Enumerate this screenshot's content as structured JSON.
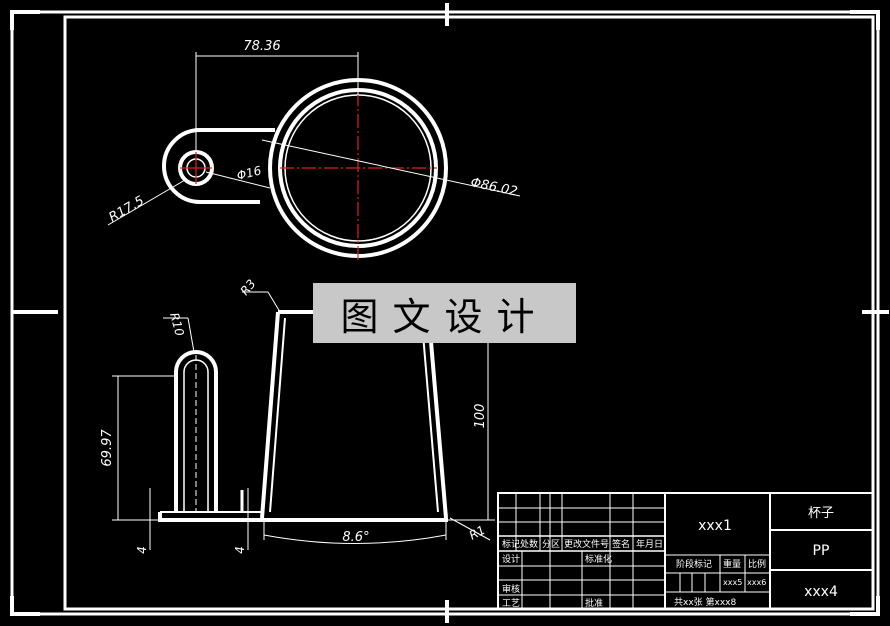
{
  "views": {
    "top": {
      "dim_center_distance": "78.36",
      "dim_outer_diameter": "Φ86.02",
      "dim_hole_diameter": "Φ16",
      "dim_lug_radius": "R17.5"
    },
    "front": {
      "dim_handle_radius": "R10",
      "dim_handle_height": "69.97",
      "dim_cup_height": "100",
      "dim_rim_radius": "R3",
      "dim_base_radius": "R1",
      "dim_taper_angle": "8.6°",
      "dim_base_thickness_left": "4",
      "dim_base_thickness_right": "4"
    }
  },
  "banner": {
    "text": "图文设计"
  },
  "title_block": {
    "part_name": "杯子",
    "material": "PP",
    "drawing_no": "xxx1",
    "company": "xxx4",
    "weight": "xxx5",
    "scale": "xxx6",
    "sheet_info": "共xx张 第xxx8",
    "headers": [
      "标记",
      "处数",
      "分区",
      "更改文件号",
      "签名",
      "年月日"
    ],
    "design_label": "设计",
    "standardize_label": "标准化",
    "review_label": "审核",
    "process_label": "工艺",
    "approve_label": "批准",
    "stage_label": "阶段标记",
    "weight_label": "重量",
    "scale_label": "比例"
  }
}
